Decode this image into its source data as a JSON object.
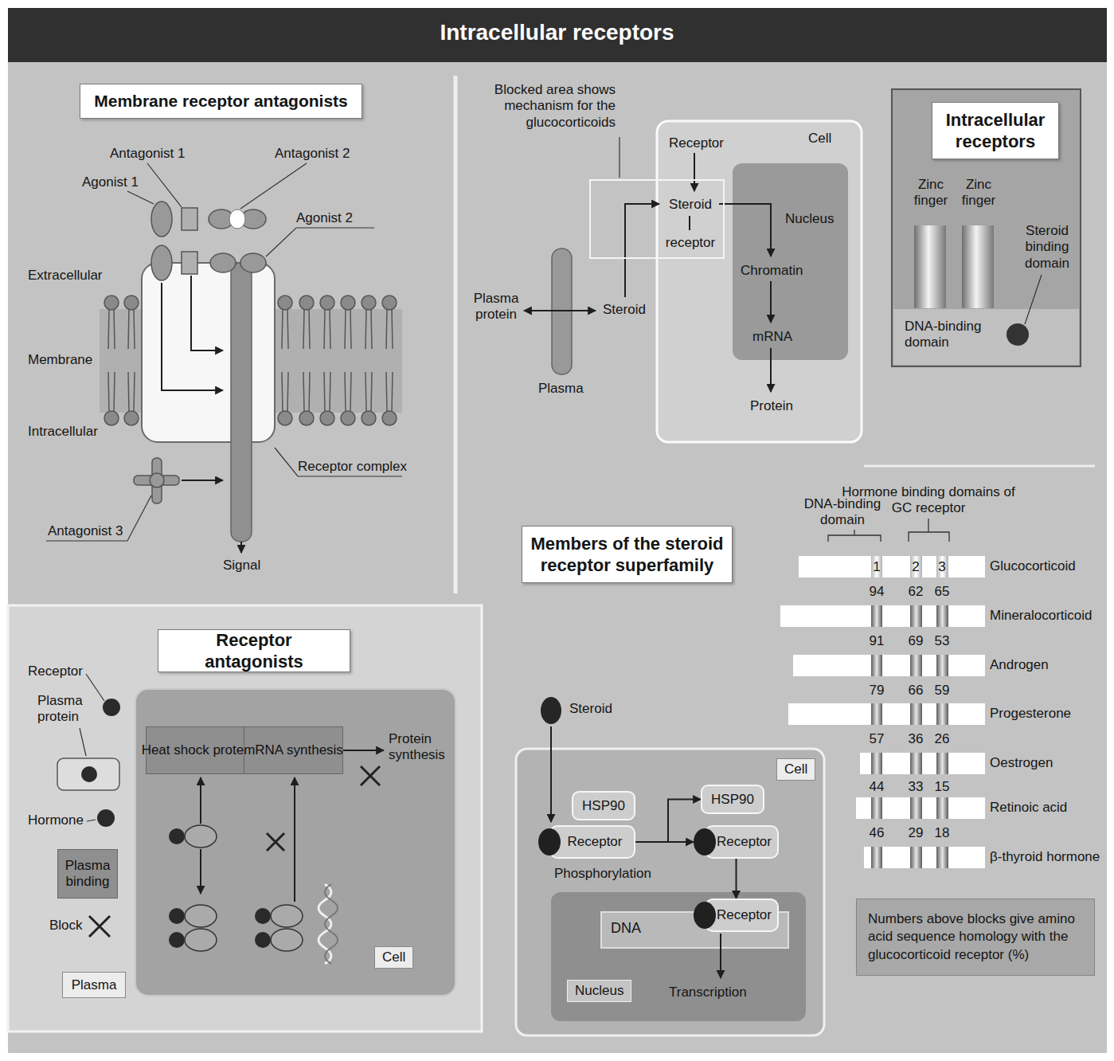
{
  "diagram": {
    "title": "Intracellular receptors",
    "nodes": [
      {
        "text": [
          "Membrane receptor antagonists"
        ]
      },
      {
        "text": [
          "Cell"
        ]
      },
      {
        "text": [
          "Nucleus"
        ],
        "in": 1
      },
      {
        "text": [
          "Steroid receptor"
        ]
      },
      {
        "text": [
          "Intracellular receptors"
        ]
      },
      {
        "text": [
          "Members of the steroid receptor superfamily"
        ]
      },
      {
        "text": [
          "Numbers above blocks give amino acid sequence homology with the glucocorticoid receptor (%)"
        ]
      },
      {
        "text": [
          "Receptor antagonists"
        ]
      },
      {
        "text": [
          "Cell"
        ]
      },
      {
        "text": [
          "Heat shock protein"
        ],
        "in": 8
      },
      {
        "text": [
          "mRNA synthesis"
        ],
        "in": 8
      },
      {
        "text": [
          "Plasma binding"
        ]
      },
      {
        "text": [
          "Plasma"
        ]
      },
      {
        "text": [
          "Cell"
        ]
      },
      {
        "text": [
          "HSP90"
        ],
        "in": 13
      },
      {
        "text": [
          "Receptor"
        ],
        "in": 13
      },
      {
        "text": [
          "HSP90"
        ],
        "in": 13
      },
      {
        "text": [
          "Receptor"
        ],
        "in": 13
      },
      {
        "text": [
          "Nucleus"
        ],
        "in": 13
      },
      {
        "text": [
          "DNA"
        ],
        "in": 18
      },
      {
        "text": [
          "Receptor"
        ],
        "in": 18
      }
    ],
    "edges": [
      {
        "from": 15,
        "to": 16,
        "arrow": "to"
      },
      {
        "from": 15,
        "to": 17,
        "arrow": "to"
      },
      {
        "from": 17,
        "to": 20,
        "arrow": "to"
      }
    ],
    "labels": [
      "Antagonist 1",
      "Antagonist 2",
      "Agonist 1",
      "Agonist 2",
      "Extracellular",
      "Membrane",
      "Intracellular",
      "Receptor complex",
      "Antagonist 3",
      "Signal",
      "Blocked area shows mechanism for the glucocorticoids",
      "Receptor",
      "Chromatin",
      "mRNA",
      "Protein",
      "Plasma protein",
      "Steroid",
      "Plasma",
      "Zinc finger",
      "Zinc finger",
      "Steroid binding domain",
      "DNA-binding domain",
      "DNA-binding domain",
      "Hormone binding domains of GC receptor",
      "1",
      "2",
      "3",
      "Glucocorticoid",
      "94",
      "62",
      "65",
      "Mineralocorticoid",
      "91",
      "69",
      "53",
      "Androgen",
      "79",
      "66",
      "59",
      "Progesterone",
      "57",
      "36",
      "26",
      "Oestrogen",
      "44",
      "33",
      "15",
      "Retinoic acid",
      "46",
      "29",
      "18",
      "β-thyroid hormone",
      "Receptor",
      "Plasma protein",
      "Hormone",
      "Block",
      "Protein synthesis",
      "Steroid",
      "Phosphorylation",
      "Transcription"
    ]
  }
}
